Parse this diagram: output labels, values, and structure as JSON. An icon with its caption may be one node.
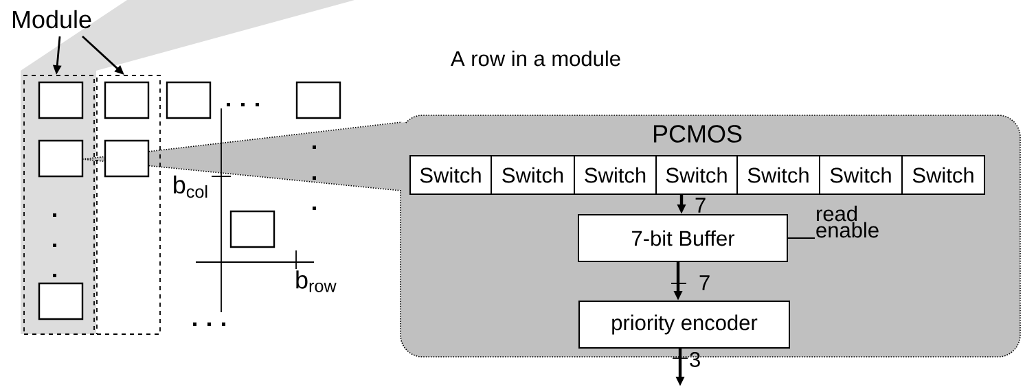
{
  "diagram": {
    "nodes": [
      {
        "text": [
          "Module"
        ]
      },
      {
        "text": [],
        "shape": "box"
      },
      {
        "text": [],
        "shape": "box"
      },
      {
        "text": [],
        "shape": "box",
        "in": 1
      },
      {
        "text": [],
        "shape": "box",
        "in": 1
      },
      {
        "text": [],
        "shape": "box",
        "in": 1
      },
      {
        "text": [],
        "shape": "box",
        "in": 2
      },
      {
        "text": [],
        "shape": "box",
        "in": 2
      },
      {
        "text": [],
        "shape": "box"
      },
      {
        "text": [],
        "shape": "box"
      },
      {
        "text": [],
        "shape": "box"
      },
      {
        "text": [
          "PCMOS"
        ]
      },
      {
        "text": [
          "Switch"
        ],
        "in": 11
      },
      {
        "text": [
          "Switch"
        ],
        "in": 11
      },
      {
        "text": [
          "Switch"
        ],
        "in": 11
      },
      {
        "text": [
          "Switch"
        ],
        "in": 11
      },
      {
        "text": [
          "Switch"
        ],
        "in": 11
      },
      {
        "text": [
          "Switch"
        ],
        "in": 11
      },
      {
        "text": [
          "Switch"
        ],
        "in": 11
      },
      {
        "text": [
          "7-bit Buffer"
        ],
        "in": 11
      },
      {
        "text": [
          "priority encoder"
        ],
        "in": 11
      },
      {
        "text": [
          "read enable"
        ],
        "in": 11
      }
    ],
    "edges": [
      {
        "from": 0,
        "to": 1,
        "arrow": "to"
      },
      {
        "from": 0,
        "to": 2,
        "arrow": "to"
      },
      {
        "from": 15,
        "to": 19,
        "arrow": "to",
        "label": "7"
      },
      {
        "from": 19,
        "to": 20,
        "arrow": "to",
        "label": "7"
      },
      {
        "from": 20,
        "to": null,
        "arrow": "to",
        "label": "3"
      },
      {
        "from": 19,
        "to": 21,
        "arrow": "none"
      }
    ],
    "labels": [
      "A row in a module",
      "b$_{col}$",
      "b$_{row}$"
    ]
  }
}
